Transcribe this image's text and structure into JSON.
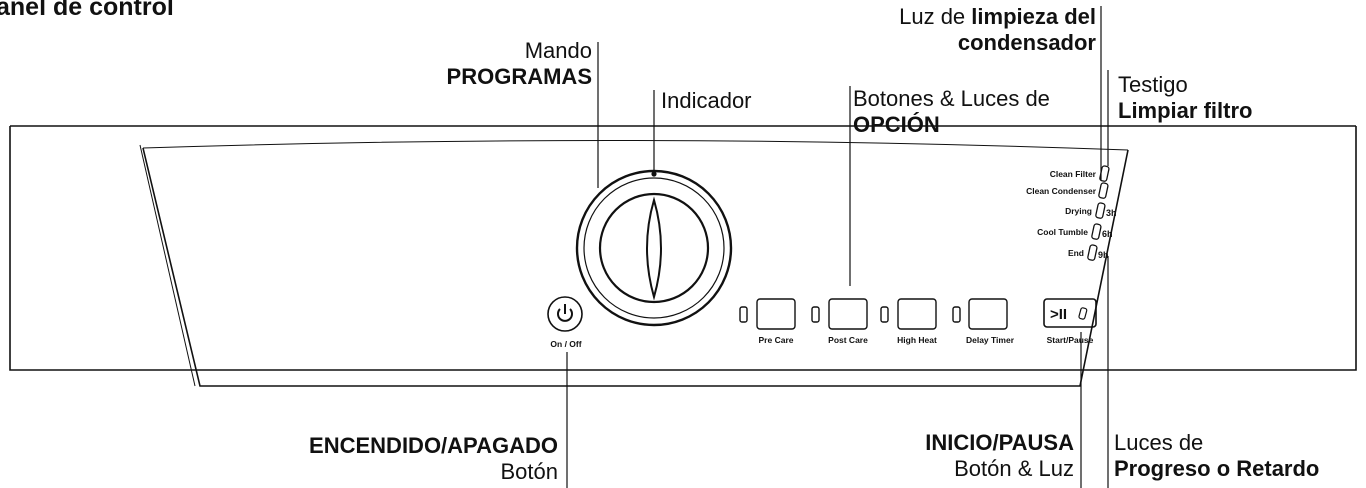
{
  "title": "anel de control",
  "callouts": {
    "programas": {
      "line1": "Mando",
      "line2": "PROGRAMAS"
    },
    "indicador": {
      "line1": "Indicador"
    },
    "opcion": {
      "line1": "Botones & Luces de",
      "line2": "OPCIÓN"
    },
    "condensador": {
      "line1_prefix": "Luz de ",
      "line1_bold": "limpieza del",
      "line2": "condensador"
    },
    "filtro": {
      "line1": "Testigo",
      "line2": "Limpiar filtro"
    },
    "encendido": {
      "line1": "ENCENDIDO/APAGADO",
      "line2": "Botón"
    },
    "inicio": {
      "line1": "INICIO/PAUSA",
      "line2": "Botón & Luz"
    },
    "progreso": {
      "line1": "Luces de",
      "line2": "Progreso o Retardo"
    }
  },
  "panel": {
    "power_label": "On / Off",
    "buttons": [
      "Pre Care",
      "Post Care",
      "High Heat",
      "Delay Timer"
    ],
    "start_label": "Start/Pause",
    "start_symbol": ">II",
    "indicators": [
      "Clean Filter",
      "Clean Condenser",
      "Drying",
      "Cool Tumble",
      "End"
    ],
    "hours": [
      "3h",
      "6h",
      "9h"
    ]
  }
}
